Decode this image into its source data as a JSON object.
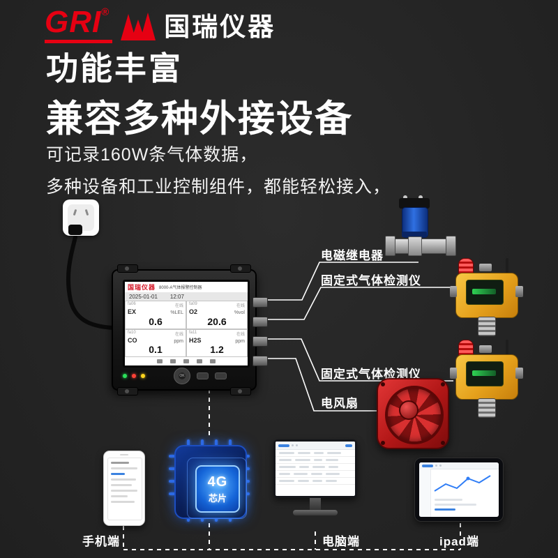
{
  "logo": {
    "brand": "GRI",
    "reg": "®",
    "company": "国瑞仪器"
  },
  "headings": {
    "title": "功能丰富",
    "subtitle": "兼容多种外接设备"
  },
  "intro": {
    "line1": "可记录160W条气体数据，",
    "line2": "多种设备和工业控制组件，都能轻松接入，"
  },
  "controller": {
    "brand": "国瑞仪器",
    "model": "8000-A气体报警控制器",
    "date": "2025-01-01",
    "time": "12:07",
    "ok_label": "OK",
    "channels": [
      {
        "id": "fa06",
        "status": "在线",
        "gas": "EX",
        "value": "0.6",
        "unit": "%LEL"
      },
      {
        "id": "fa09",
        "status": "在线",
        "gas": "O2",
        "value": "20.6",
        "unit": "%vol"
      },
      {
        "id": "fa10",
        "status": "在线",
        "gas": "CO",
        "value": "0.1",
        "unit": "ppm"
      },
      {
        "id": "fa11",
        "status": "在线",
        "gas": "H2S",
        "value": "1.2",
        "unit": "ppm"
      }
    ]
  },
  "peripherals": {
    "relay_label": "电磁继电器",
    "detector_top_label": "固定式气体检测仪",
    "detector_bottom_label": "固定式气体检测仪",
    "fan_label": "电风扇"
  },
  "clients": {
    "phone_label": "手机端",
    "pc_label": "电脑端",
    "ipad_label": "ipad端",
    "chip_line1": "4G",
    "chip_line2": "芯片"
  },
  "colors": {
    "accent_red": "#e60012",
    "chip_glow": "#2e8bff",
    "detector_yellow": "#e5a11c",
    "fan_red": "#b01616"
  }
}
